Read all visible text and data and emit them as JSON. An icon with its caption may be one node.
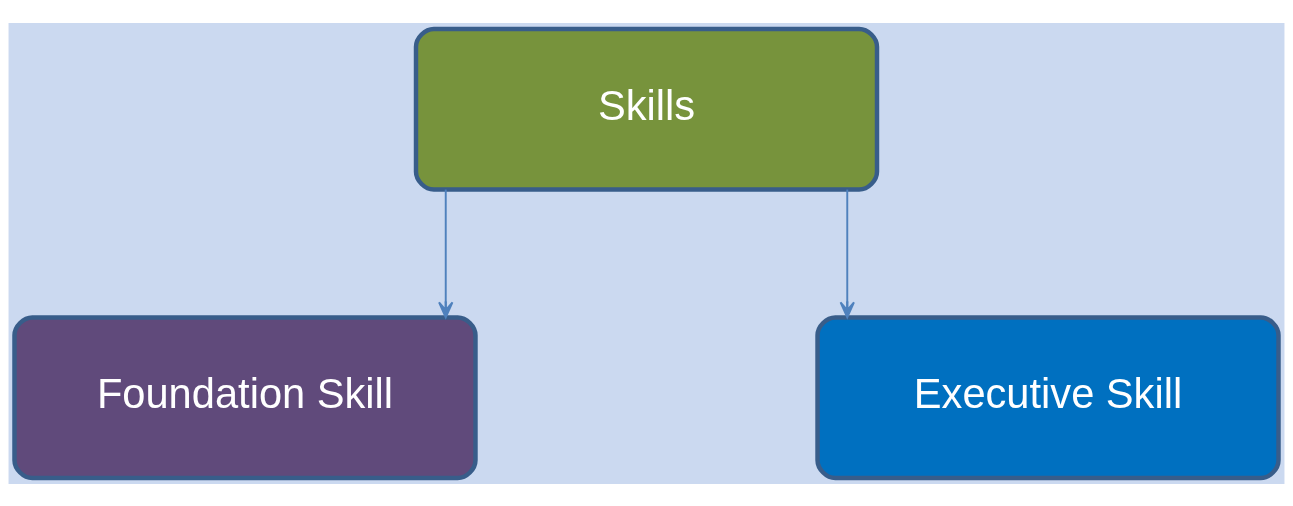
{
  "diagram": {
    "nodes": [
      {
        "text": [
          "Skills"
        ]
      },
      {
        "text": [
          "Foundation Skill"
        ]
      },
      {
        "text": [
          "Executive Skill"
        ]
      }
    ],
    "edges": [
      {
        "from": 0,
        "to": 1,
        "arrow": "to"
      },
      {
        "from": 0,
        "to": 2,
        "arrow": "to"
      }
    ]
  }
}
